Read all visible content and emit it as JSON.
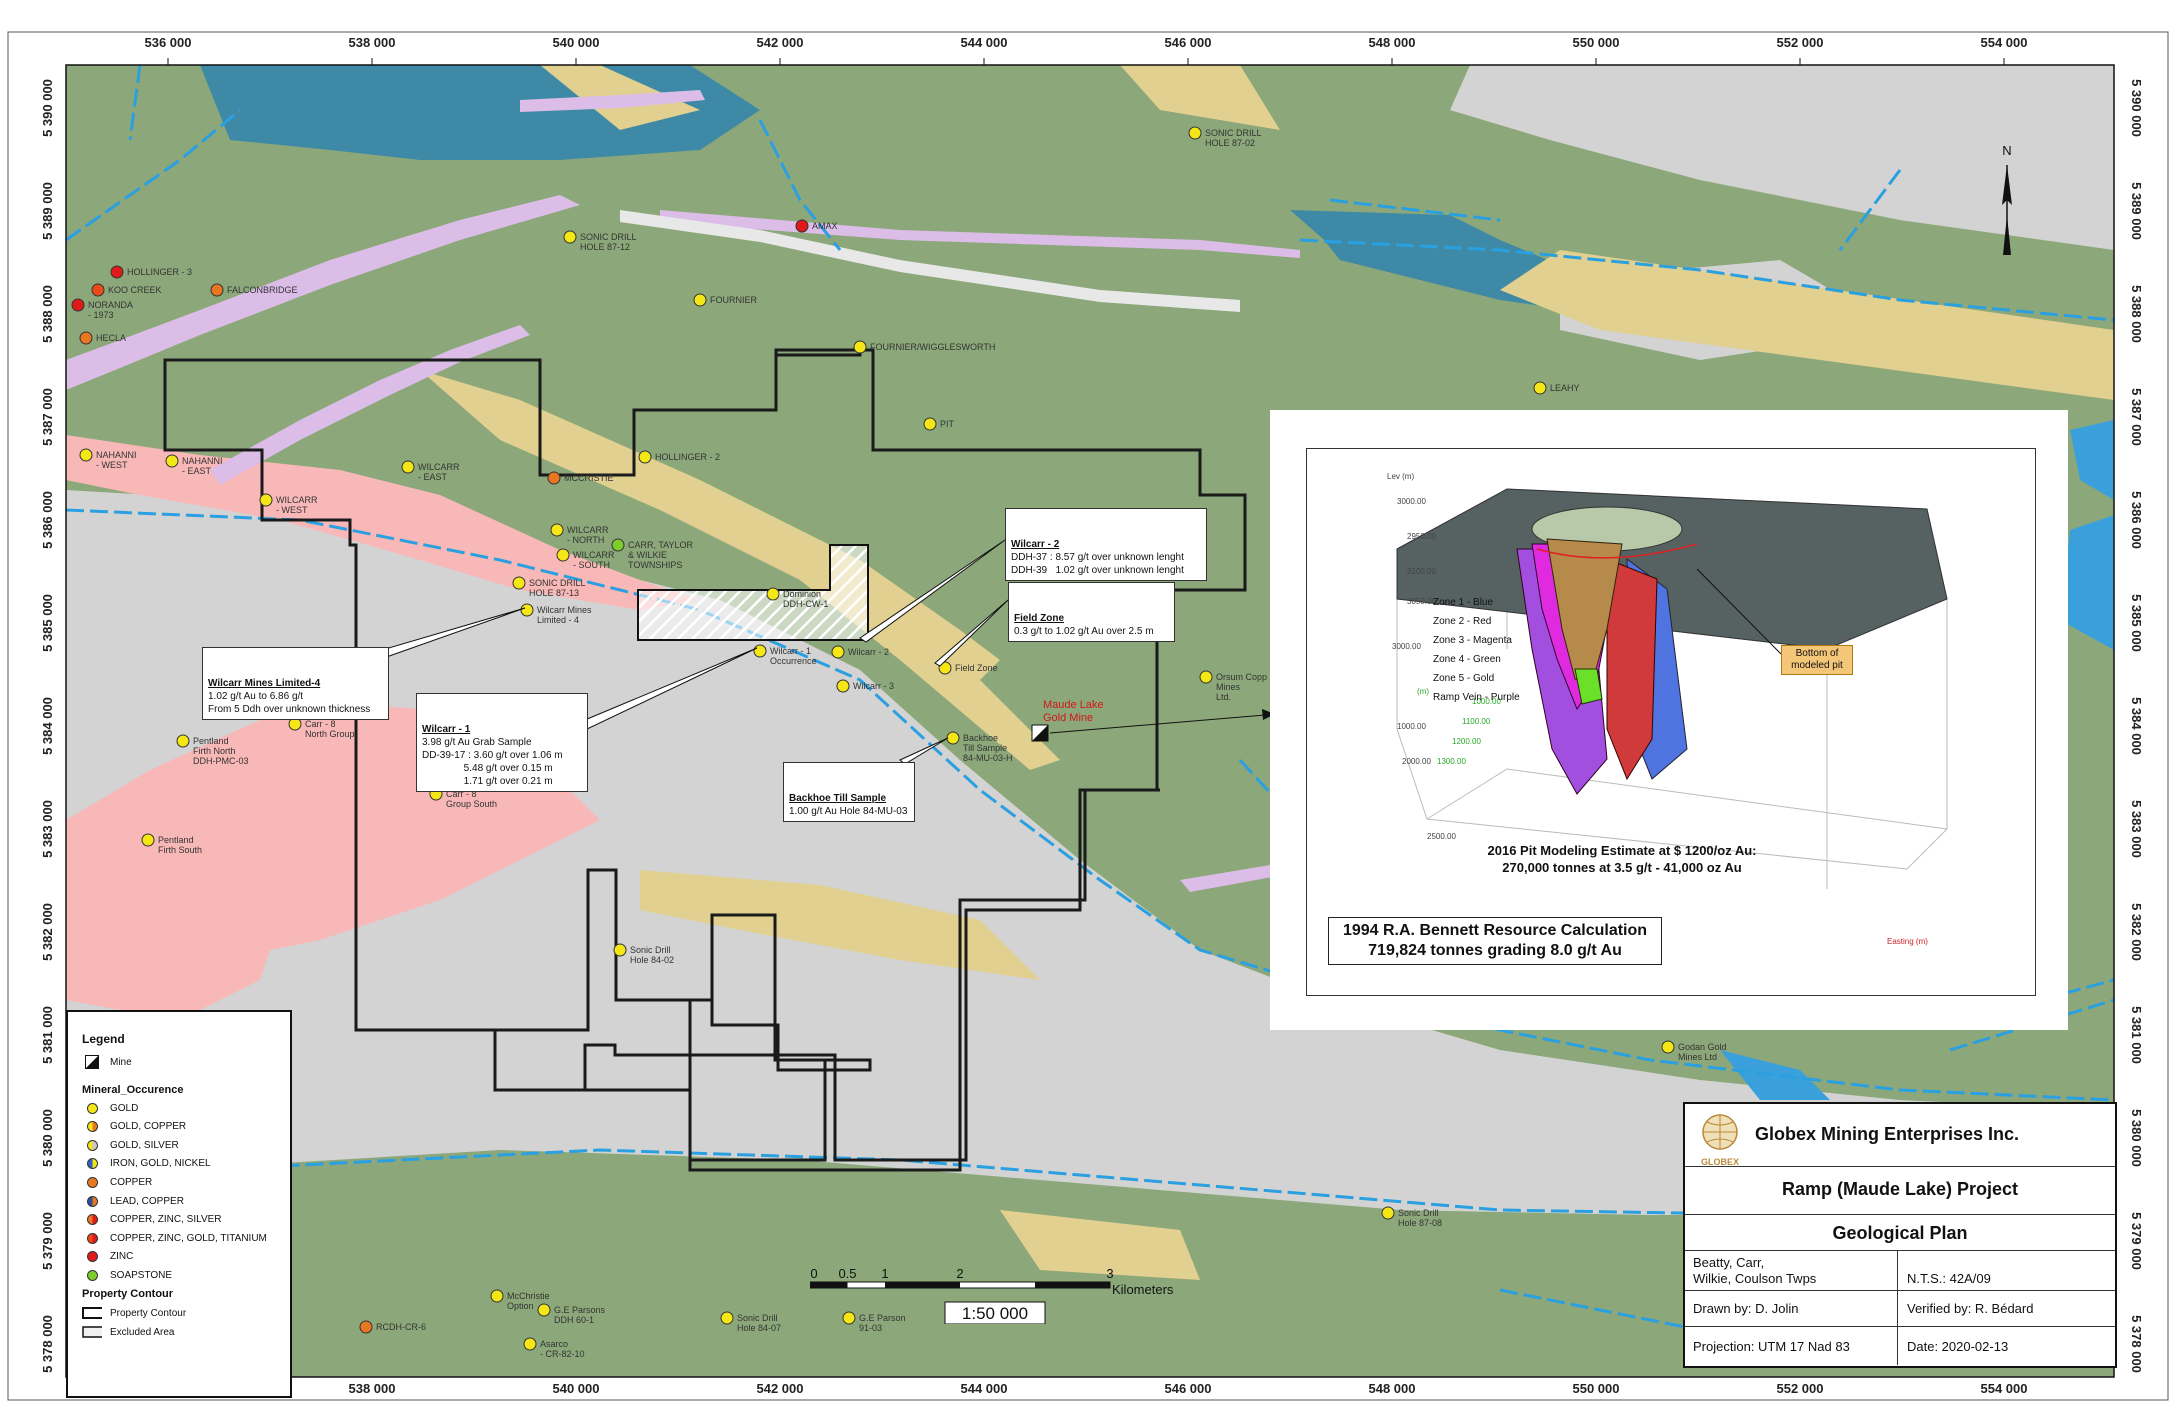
{
  "map": {
    "x_ticks": [
      "536 000",
      "538 000",
      "540 000",
      "542 000",
      "544 000",
      "546 000",
      "548 000",
      "550 000",
      "552 000",
      "554 000"
    ],
    "y_ticks": [
      "5 390 000",
      "5 389 000",
      "5 388 000",
      "5 387 000",
      "5 386 000",
      "5 385 000",
      "5 384 000",
      "5 383 000",
      "5 382 000",
      "5 381 000",
      "5 380 000",
      "5 379 000",
      "5 378 000"
    ],
    "north_label": "N",
    "colors": {
      "green": "#8ca87a",
      "grey": "#d3d3d3",
      "blue": "#3e8aa6",
      "lightblue": "#3aa0dc",
      "tan": "#e1d08f",
      "pink": "#f8b8b8",
      "lavender": "#dcbde8",
      "fault": "#2aa0e0",
      "contour": "#1a1a1a"
    },
    "labels": [
      {
        "id": "hollinger3",
        "text": "HOLLINGER - 3"
      },
      {
        "id": "koocreek",
        "text": "KOO CREEK"
      },
      {
        "id": "falconbridge",
        "text": "FALCONBRIDGE"
      },
      {
        "id": "noranda",
        "text": "NORANDA\n- 1973"
      },
      {
        "id": "hecla",
        "text": "HECLA"
      },
      {
        "id": "sonic8712",
        "text": "SONIC DRILL\nHOLE 87-12"
      },
      {
        "id": "amax",
        "text": "AMAX"
      },
      {
        "id": "fournier",
        "text": "FOURNIER"
      },
      {
        "id": "fourwig",
        "text": "FOURNIER/WIGGLESWORTH"
      },
      {
        "id": "sonic8702",
        "text": "SONIC DRILL\nHOLE 87-02"
      },
      {
        "id": "leahy",
        "text": "LEAHY"
      },
      {
        "id": "pit",
        "text": "PIT"
      },
      {
        "id": "nahanniwest",
        "text": "NAHANNI\n- WEST"
      },
      {
        "id": "nahannieast",
        "text": "NAHANNI\n- EAST"
      },
      {
        "id": "wilcarrwest",
        "text": "WILCARR\n- WEST"
      },
      {
        "id": "wilcarreast",
        "text": "WILCARR\n- EAST"
      },
      {
        "id": "mccristie",
        "text": "MCCRISTIE"
      },
      {
        "id": "hollinger2",
        "text": "HOLLINGER - 2"
      },
      {
        "id": "wilcarrnorth",
        "text": "WILCARR\n- NORTH"
      },
      {
        "id": "wilcarrsouth",
        "text": "WILCARR\n- SOUTH"
      },
      {
        "id": "carrtaylor",
        "text": "CARR, TAYLOR\n& WILKIE\nTOWNSHIPS"
      },
      {
        "id": "sonic8713",
        "text": "SONIC DRILL\nHOLE 87-13"
      },
      {
        "id": "wmines4",
        "text": "Wilcarr Mines\nLimited - 4"
      },
      {
        "id": "dominion",
        "text": "Dominion\nDDH-CW-1"
      },
      {
        "id": "wilcarr1occ",
        "text": "Wilcarr - 1\nOccurrence"
      },
      {
        "id": "wilcarr2",
        "text": "Wilcarr - 2"
      },
      {
        "id": "wilcarr3",
        "text": "Wilcarr - 3"
      },
      {
        "id": "fieldzone",
        "text": "Field Zone"
      },
      {
        "id": "backhoe",
        "text": "Backhoe\nTill Sample\n84-MU-03-H"
      },
      {
        "id": "maude",
        "text": "Maude Lake\nGold Mine"
      },
      {
        "id": "orsum",
        "text": "Orsum Copp\nMines\nLtd."
      },
      {
        "id": "pentlandnorth",
        "text": "Pentland\nFirth North\nDDH-PMC-03"
      },
      {
        "id": "carr8north",
        "text": "Carr - 8\nNorth Group"
      },
      {
        "id": "carr8south",
        "text": "Carr - 8\nGroup South"
      },
      {
        "id": "pentlandsouth",
        "text": "Pentland\nFirth South"
      },
      {
        "id": "sonic8402",
        "text": "Sonic Drill\nHole 84-02"
      },
      {
        "id": "godan",
        "text": "Godan Gold\nMines Ltd"
      },
      {
        "id": "sonic8708",
        "text": "Sonic Drill\nHole 87-08"
      },
      {
        "id": "mcchristie",
        "text": "McChristie\nOption"
      },
      {
        "id": "geparsons1",
        "text": "G.E Parsons\nDDH 60-1"
      },
      {
        "id": "sonic8407",
        "text": "Sonic Drill\nHole 84-07"
      },
      {
        "id": "geparsons2",
        "text": "G.E Parson\n91-03"
      },
      {
        "id": "rcdh",
        "text": "RCDH-CR-6"
      },
      {
        "id": "asarco",
        "text": "Asarco\n- CR-82-10"
      }
    ],
    "callouts": {
      "wmines4": {
        "title": "Wilcarr Mines Limited-4",
        "body": "1.02 g/t Au to 6.86 g/t\nFrom 5 Ddh over unknown thickness"
      },
      "wilcarr1": {
        "title": "Wilcarr - 1",
        "body": "3.98 g/t Au Grab Sample\nDD-39-17 : 3.60 g/t over 1.06 m\n               5.48 g/t over 0.15 m\n               1.71 g/t over 0.21 m"
      },
      "wilcarr2": {
        "title": "Wilcarr - 2",
        "body": "DDH-37 : 8.57 g/t over unknown lenght\nDDH-39   1.02 g/t over unknown lenght"
      },
      "fieldzone": {
        "title": "Field Zone",
        "body": "0.3 g/t to 1.02 g/t Au over 2.5 m"
      },
      "backhoe": {
        "title": "Backhoe Till Sample",
        "body": "1.00 g/t Au Hole 84-MU-03"
      }
    }
  },
  "inset": {
    "zones": [
      "Zone 1 - Blue",
      "Zone 2 - Red",
      "Zone 3 - Magenta",
      "Zone 4 - Green",
      "Zone 5 - Gold",
      "Ramp Vein - Purple"
    ],
    "bottom_pit": "Bottom of\nmodeled pit",
    "pit_estimate": "2016 Pit Modeling Estimate at $ 1200/oz Au:\n270,000 tonnes at 3.5 g/t - 41,000 oz Au",
    "bennett_line1": "1994 R.A. Bennett Resource Calculation",
    "bennett_line2": "719,824 tonnes grading 8.0 g/t Au",
    "axis_top": "Lev (m)",
    "axis_unit_m": "(m)",
    "axis_y_vals": [
      "3000.00",
      "2950.00",
      "3100.00",
      "3050.00",
      "3000.00"
    ],
    "axis_x_vals": [
      "1000.00",
      "2000.00",
      "2500.00"
    ],
    "axis_z_vals": [
      "1000.00",
      "1100.00",
      "1200.00",
      "1300.00"
    ],
    "axis_east": "Easting\n(m)"
  },
  "legend": {
    "title": "Legend",
    "mine_label": "Mine",
    "mineral_title": "Mineral_Occurence",
    "items": [
      {
        "label": "GOLD",
        "c1": "#f5e616",
        "c2": "#f5e616"
      },
      {
        "label": "GOLD, COPPER",
        "c1": "#f5e616",
        "c2": "#e87722"
      },
      {
        "label": "GOLD, SILVER",
        "c1": "#f5e616",
        "c2": "#c8c8c8"
      },
      {
        "label": "IRON, GOLD, NICKEL",
        "c1": "#2d63c8",
        "c2": "#f5e616"
      },
      {
        "label": "COPPER",
        "c1": "#e87722",
        "c2": "#e87722"
      },
      {
        "label": "LEAD, COPPER",
        "c1": "#2d4ea0",
        "c2": "#e87722"
      },
      {
        "label": "COPPER, ZINC, SILVER",
        "c1": "#e87722",
        "c2": "#e01a1a"
      },
      {
        "label": "COPPER, ZINC, GOLD, TITANIUM",
        "c1": "#e84a1a",
        "c2": "#e01a1a"
      },
      {
        "label": "ZINC",
        "c1": "#e01a1a",
        "c2": "#e01a1a"
      },
      {
        "label": "SOAPSTONE",
        "c1": "#7ccc2a",
        "c2": "#7ccc2a"
      }
    ],
    "property_title": "Property Contour",
    "property_contour": "Property Contour",
    "excluded_area": "Excluded Area"
  },
  "titleblock": {
    "company": "Globex Mining Enterprises Inc.",
    "logo_text": "GLOBEX",
    "project": "Ramp (Maude Lake) Project",
    "plan": "Geological Plan",
    "townships": "Beatty, Carr,\nWilkie, Coulson Twps",
    "nts": "N.T.S.: 42A/09",
    "drawn": "Drawn by: D. Jolin",
    "verified": "Verified by: R. Bédard",
    "projection": "Projection: UTM 17 Nad 83",
    "date": "Date: 2020-02-13"
  },
  "scale": {
    "ticks": [
      "0",
      "0.5",
      "1",
      "2",
      "3"
    ],
    "unit": "Kilometers",
    "ratio": "1:50 000"
  }
}
